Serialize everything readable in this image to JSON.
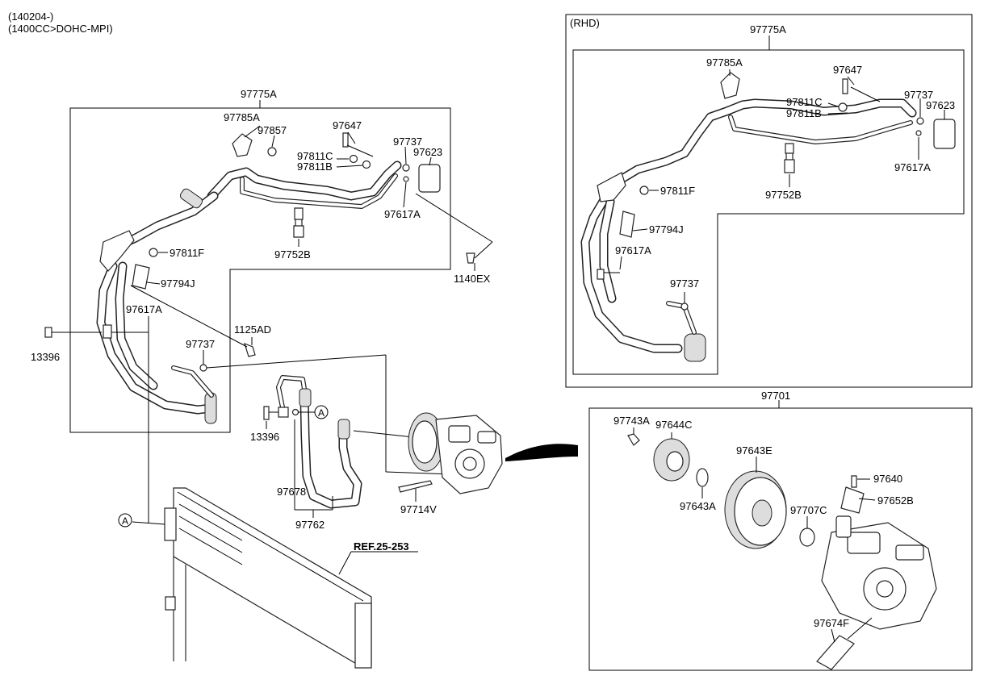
{
  "header": {
    "line1": "(140204-)",
    "line2": "(1400CC>DOHC-MPI)"
  },
  "main_assembly": {
    "labels": {
      "hose_assy": "97775A",
      "bracket": "97785A",
      "cap_97857": "97857",
      "bolt_97647": "97647",
      "o_ring_97737": "97737",
      "valve_97623": "97623",
      "cap_c": "97811C",
      "cap_b": "97811B",
      "o_ring_97617a": "97617A",
      "sensor": "97752B",
      "bolt_1140ex": "1140EX",
      "cap_f": "97811F",
      "clip": "97794J",
      "o_ring_left": "97617A",
      "bolt_1125ad": "1125AD",
      "bolt_13396_a": "13396",
      "o_ring_lower": "97737",
      "bolt_13396_b": "13396",
      "discharge_hose": "97678",
      "hose_assy_lower": "97762",
      "compressor_bolt": "97714V",
      "ref": "REF.25-253",
      "marker_a": "A"
    }
  },
  "rhd_box": {
    "title": "(RHD)",
    "labels": {
      "hose_assy": "97775A",
      "bracket": "97785A",
      "bolt_97647": "97647",
      "o_ring_97737": "97737",
      "valve_97623": "97623",
      "cap_c": "97811C",
      "cap_b": "97811B",
      "o_ring_97617a": "97617A",
      "sensor": "97752B",
      "cap_f": "97811F",
      "clip": "97794J",
      "o_ring_left": "97617A",
      "o_ring_lower": "97737"
    }
  },
  "compressor_box": {
    "labels": {
      "compressor": "97701",
      "bolt": "97743A",
      "hub": "97644C",
      "pulley": "97643E",
      "shim": "97643A",
      "bolt_97640": "97640",
      "bracket_97652b": "97652B",
      "snap_ring": "97707C",
      "valve": "97674F"
    }
  }
}
